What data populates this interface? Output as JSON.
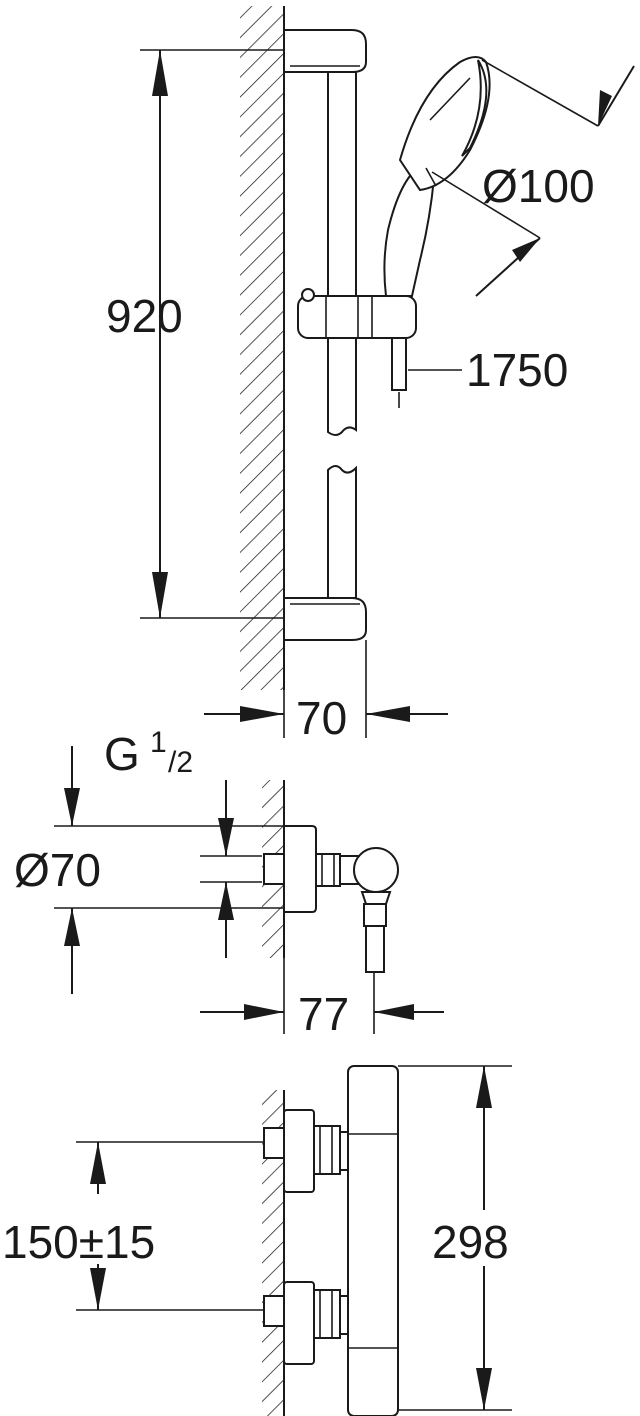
{
  "dimensions": {
    "rail_height": "920",
    "handshower_diameter": "Ø100",
    "hose_length": "1750",
    "rail_depth": "70",
    "thread_main": "G",
    "thread_fraction_num": "1",
    "thread_fraction_den": "/2",
    "rosette_diameter": "Ø70",
    "mixer_depth": "77",
    "inlet_spacing": "150±15",
    "mixer_height": "298"
  },
  "colors": {
    "line": "#1a1a1a",
    "background": "#ffffff"
  }
}
